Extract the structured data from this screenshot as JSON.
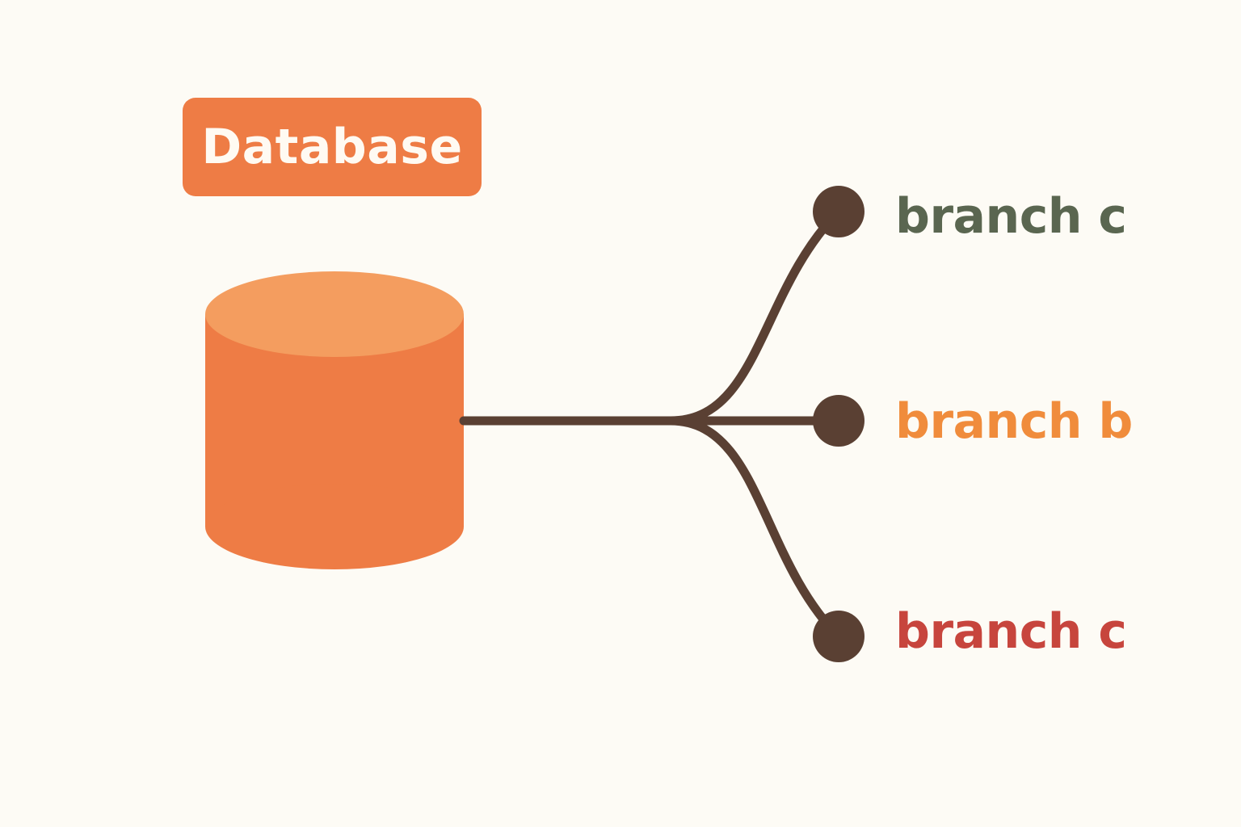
{
  "colors": {
    "background": "#fdfbf5",
    "database_body": "#ee7c45",
    "database_top": "#f49d5f",
    "label_box": "#ee7c45",
    "connector": "#5a4033"
  },
  "database": {
    "label": "Database",
    "icon": "database-cylinder-icon"
  },
  "branches": [
    {
      "label": "branch c",
      "color": "#5a6650"
    },
    {
      "label": "branch b",
      "color": "#f08c3c"
    },
    {
      "label": "branch c",
      "color": "#c7453d"
    }
  ]
}
